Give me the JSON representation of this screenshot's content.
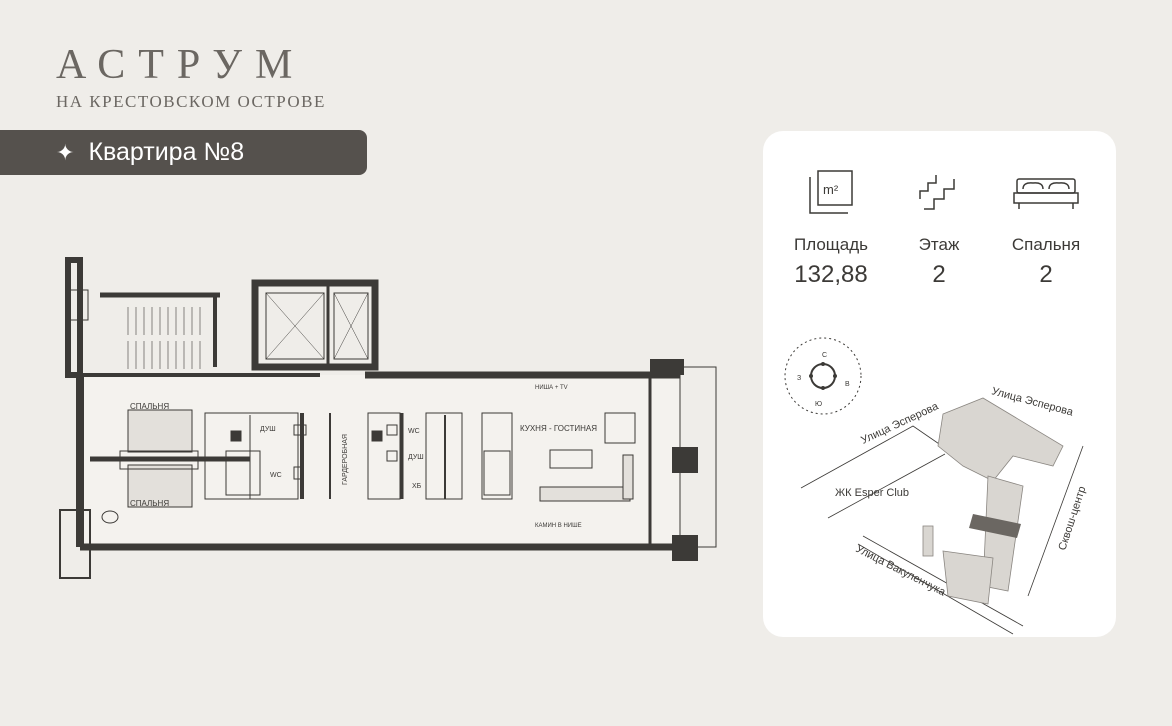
{
  "brand": {
    "title": "АСТРУМ",
    "subtitle": "НА КРЕСТОВСКОМ ОСТРОВЕ"
  },
  "apartment": {
    "title": "Квартира №8",
    "star_icon": "sparkle-icon"
  },
  "plan": {
    "rooms": {
      "bedroom_top": "СПАЛЬНЯ",
      "bedroom_bottom": "СПАЛЬНЯ",
      "shower1": "ДУШ",
      "wc1": "WC",
      "wardrobe": "ГАРДЕРОБНАЯ",
      "wc2": "WC",
      "shower2": "ДУШ",
      "storage": "ХБ",
      "kitchen": "КУХНЯ - ГОСТИНАЯ",
      "tv_niche": "НИША + TV",
      "fireplace": "КАМИН В НИШЕ"
    }
  },
  "stats": {
    "area": {
      "label": "Площадь",
      "value": "132,88",
      "icon": "area-m2-icon",
      "icon_text": "m²"
    },
    "floor": {
      "label": "Этаж",
      "value": "2",
      "icon": "stairs-icon"
    },
    "bedrooms": {
      "label": "Спальня",
      "value": "2",
      "icon": "bed-icon"
    }
  },
  "map": {
    "compass": {
      "n": "С",
      "e": "В",
      "s": "Ю",
      "w": "З"
    },
    "streets": {
      "esperova_1": "Улица Эсперова",
      "esperova_2": "Улица Эсперова",
      "vakulenchuka": "Улица Вакуленчука",
      "squash": "Сквош-центр"
    },
    "complex": "ЖК Esper Club"
  }
}
